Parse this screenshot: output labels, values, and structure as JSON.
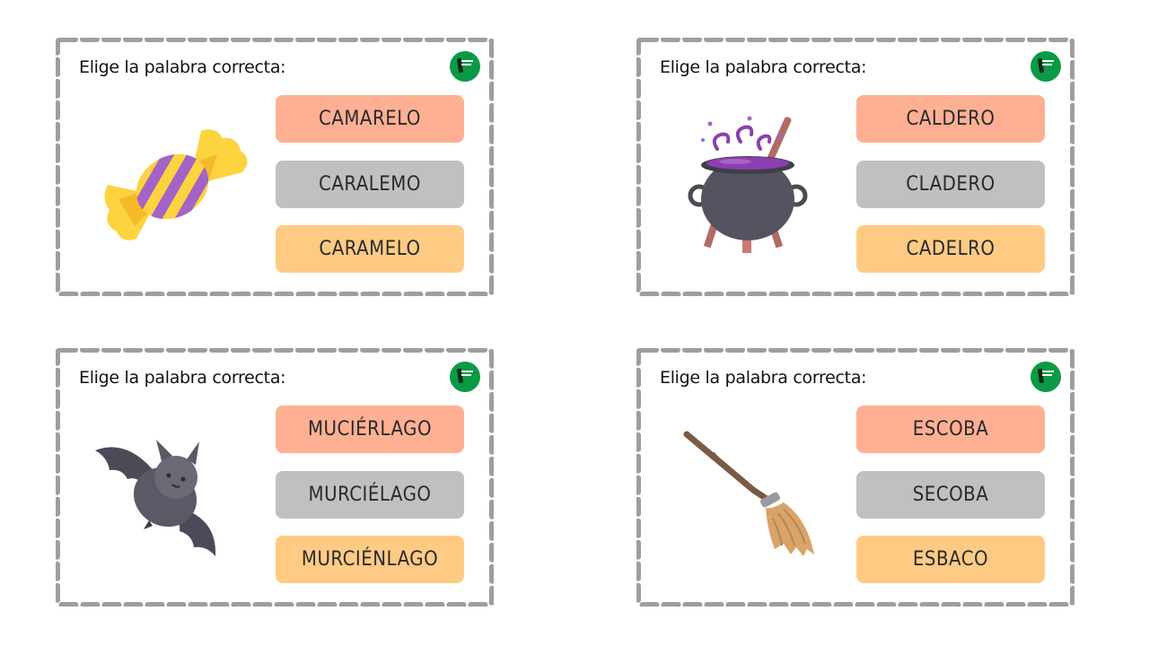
{
  "colors": {
    "option_a": "#ffb093",
    "option_b": "#c0c0c0",
    "option_c": "#ffcb84",
    "dash_border": "#9e9e9e",
    "logo_green": "#0a9a46"
  },
  "cards": [
    {
      "title": "Elige la palabra correcta:",
      "icon": "candy-icon",
      "options": [
        "CAMARELO",
        "CARALEMO",
        "CARAMELO"
      ]
    },
    {
      "title": "Elige la palabra correcta:",
      "icon": "cauldron-icon",
      "options": [
        "CALDERO",
        "CLADERO",
        "CADELRO"
      ]
    },
    {
      "title": "Elige la palabra correcta:",
      "icon": "bat-icon",
      "options": [
        "MUCIÉRLAGO",
        "MURCIÉLAGO",
        "MURCIÉNLAGO"
      ]
    },
    {
      "title": "Elige la palabra correcta:",
      "icon": "broom-icon",
      "options": [
        "ESCOBA",
        "SECOBA",
        "ESBACO"
      ]
    }
  ]
}
